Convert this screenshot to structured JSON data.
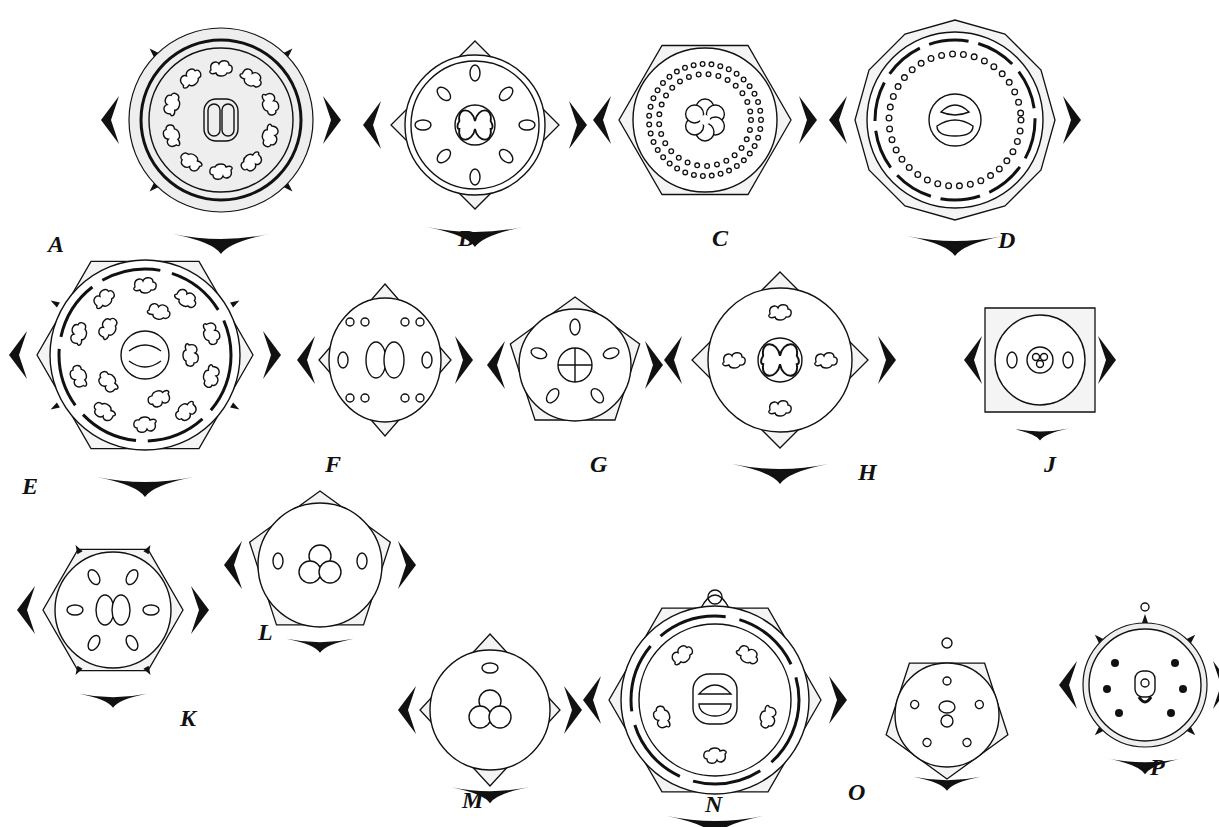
{
  "diagram": {
    "labels": [
      "A",
      "B",
      "C",
      "D",
      "E",
      "F",
      "G",
      "H",
      "J",
      "K",
      "L",
      "M",
      "N",
      "O",
      "P"
    ]
  }
}
